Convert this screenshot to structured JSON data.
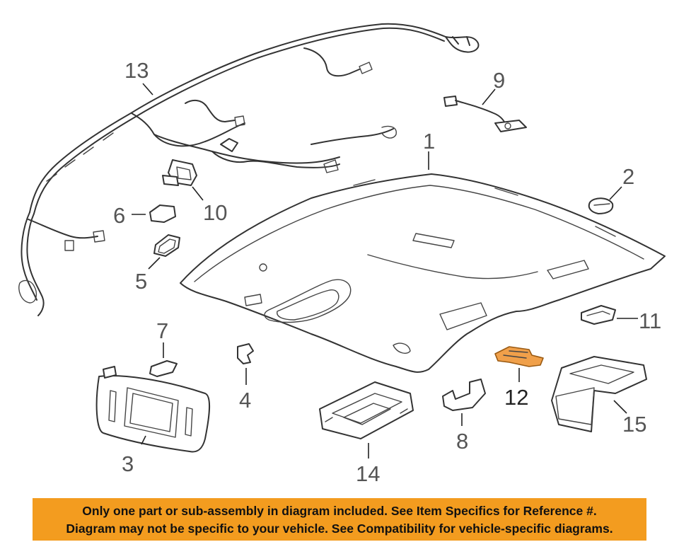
{
  "callouts": {
    "c1": "1",
    "c2": "2",
    "c3": "3",
    "c4": "4",
    "c5": "5",
    "c6": "6",
    "c7": "7",
    "c8": "8",
    "c9": "9",
    "c10": "10",
    "c11": "11",
    "c12": "12",
    "c13": "13",
    "c14": "14",
    "c15": "15"
  },
  "highlighted_part": "12",
  "colors": {
    "highlight": "#f0a04a",
    "banner": "#f39c1f",
    "line": "#333333"
  },
  "notice": {
    "line1": "Only one part or sub-assembly in diagram included. See Item Specifics for Reference #.",
    "line2": "Diagram may not be specific to your vehicle. See Compatibility for vehicle-specific diagrams."
  }
}
